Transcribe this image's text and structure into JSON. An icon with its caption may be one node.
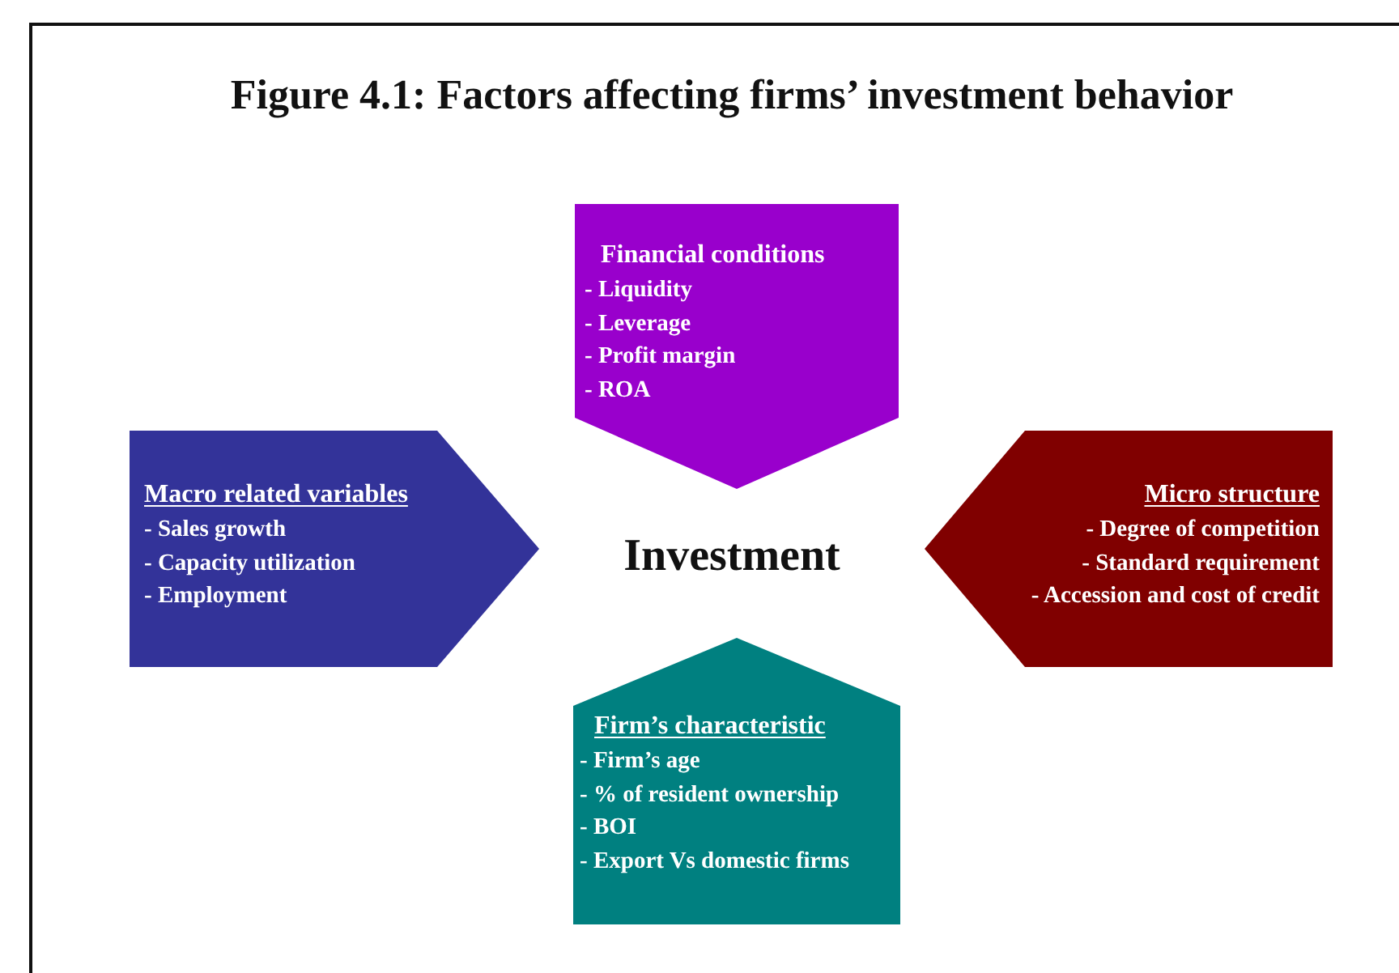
{
  "diagram": {
    "title": "Figure 4.1: Factors affecting firms’ investment behavior",
    "nodes": [
      {
        "text": [
          "Financial conditions",
          "- Liquidity",
          "- Leverage",
          "- Profit margin",
          "- ROA"
        ]
      },
      {
        "text": [
          "Macro related variables",
          "- Sales growth",
          "- Capacity utilization",
          "- Employment"
        ]
      },
      {
        "text": [
          "Investment"
        ]
      },
      {
        "text": [
          "Micro structure",
          "- Degree of competition",
          "- Standard requirement",
          "- Accession and cost of credit"
        ]
      },
      {
        "text": [
          "Firm’s characteristic",
          "- Firm’s age",
          "- % of resident ownership",
          "- BOI",
          "- Export Vs domestic firms"
        ]
      }
    ],
    "edges": []
  }
}
